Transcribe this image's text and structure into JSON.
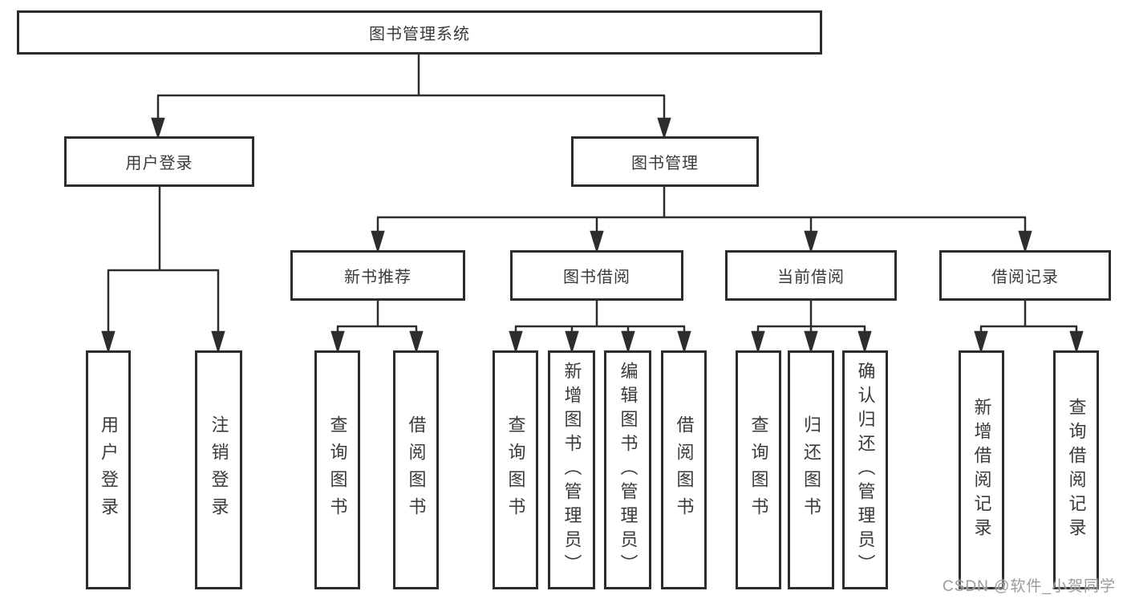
{
  "tree": {
    "root": {
      "label": "图书管理系统"
    },
    "branches": [
      {
        "label": "用户登录",
        "children": [
          {
            "label": "用户登录"
          },
          {
            "label": "注销登录"
          }
        ]
      },
      {
        "label": "图书管理",
        "children": [
          {
            "label": "新书推荐",
            "children": [
              {
                "label": "查询图书"
              },
              {
                "label": "借阅图书"
              }
            ]
          },
          {
            "label": "图书借阅",
            "children": [
              {
                "label": "查询图书"
              },
              {
                "label": "新增图书（管理员）"
              },
              {
                "label": "编辑图书（管理员）"
              },
              {
                "label": "借阅图书"
              }
            ]
          },
          {
            "label": "当前借阅",
            "children": [
              {
                "label": "查询图书"
              },
              {
                "label": "归还图书"
              },
              {
                "label": "确认归还（管理员）"
              }
            ]
          },
          {
            "label": "借阅记录",
            "children": [
              {
                "label": "新增借阅记录"
              },
              {
                "label": "查询借阅记录"
              }
            ]
          }
        ]
      }
    ]
  },
  "watermark": {
    "text": "CSDN @软件_小贺同学"
  },
  "colors": {
    "line": "#2d2d2d",
    "box_border": "#2d2d2d",
    "text": "#3a3a3a",
    "watermark": "#9b9b9b",
    "background": "#ffffff"
  }
}
